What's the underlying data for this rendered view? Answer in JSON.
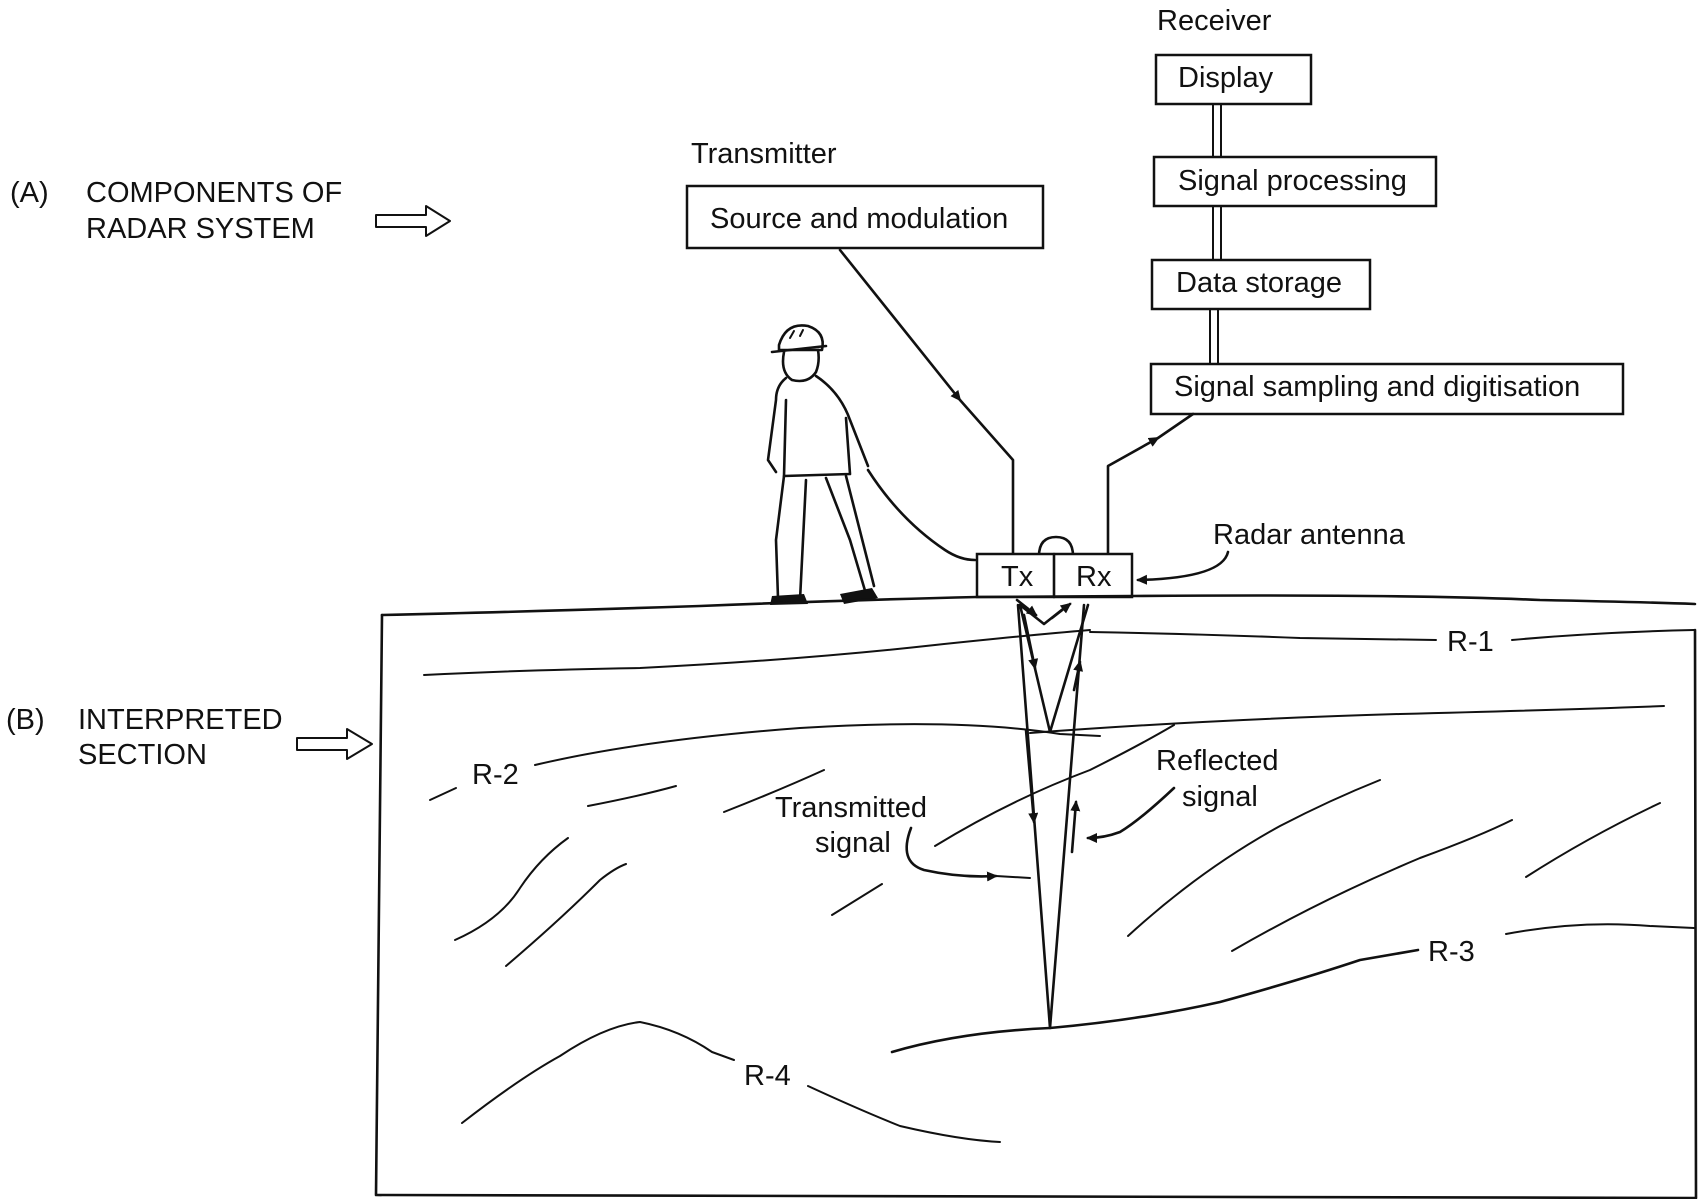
{
  "part_a": {
    "letter": "(A)",
    "line1": "COMPONENTS OF",
    "line2": "RADAR SYSTEM"
  },
  "part_b": {
    "letter": "(B)",
    "line1": "INTERPRETED",
    "line2": "SECTION"
  },
  "transmitter": {
    "title": "Transmitter",
    "box": "Source and modulation"
  },
  "receiver": {
    "title": "Receiver",
    "boxes": [
      "Display",
      "Signal processing",
      "Data storage",
      "Signal sampling and digitisation"
    ]
  },
  "antenna": {
    "label": "Radar antenna",
    "tx": "Tx",
    "rx": "Rx"
  },
  "signals": {
    "transmitted_1": "Transmitted",
    "transmitted_2": "signal",
    "reflected_1": "Reflected",
    "reflected_2": "signal"
  },
  "reflectors": [
    "R-1",
    "R-2",
    "R-3",
    "R-4"
  ]
}
